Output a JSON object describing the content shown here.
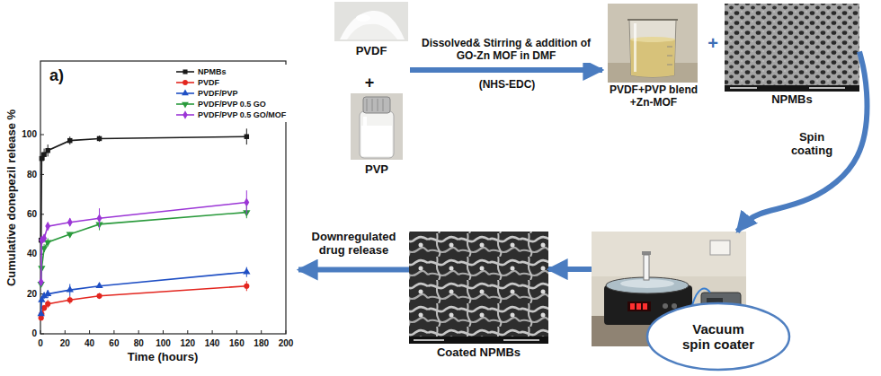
{
  "diagram": {
    "nodes": [
      {
        "text": [
          "a)"
        ]
      },
      {
        "text": [
          "PVDF"
        ]
      },
      {
        "text": [
          "PVP"
        ]
      },
      {
        "text": [
          "PVDF+PVP blend +Zn-MOF"
        ]
      },
      {
        "text": [
          "NPMBs"
        ]
      },
      {
        "text": [
          "Vacuum spin coater"
        ]
      },
      {
        "text": [
          "Coated NPMBs"
        ]
      }
    ],
    "edges": [
      {
        "from": 1,
        "to": 3,
        "arrow": "to",
        "label": "Dissolved& Stirring & addition of GO-Zn MOF in DMF"
      },
      {
        "from": 4,
        "to": 5,
        "arrow": "to",
        "label": "Spin coating"
      },
      {
        "from": 5,
        "to": 6,
        "arrow": "to"
      },
      {
        "from": 6,
        "to": 0,
        "arrow": "to",
        "label": "Downregulated drug release"
      }
    ],
    "labels": [
      "Cumulative donepezil release %",
      "100",
      "80",
      "60",
      "40",
      "20",
      "0",
      "0",
      "20",
      "40",
      "60",
      "80",
      "100",
      "120",
      "140",
      "160",
      "180",
      "200",
      "Time (hours)",
      "+",
      "(NHS-EDC)",
      "+"
    ],
    "legend": [
      {
        "text": "NPMBs"
      },
      {
        "text": "PVDF"
      },
      {
        "text": "PVDF/PVP"
      },
      {
        "text": "PVDF/PVP 0.5 GO"
      },
      {
        "text": "PVDF/PVP 0.5 GO/MOF"
      }
    ]
  }
}
